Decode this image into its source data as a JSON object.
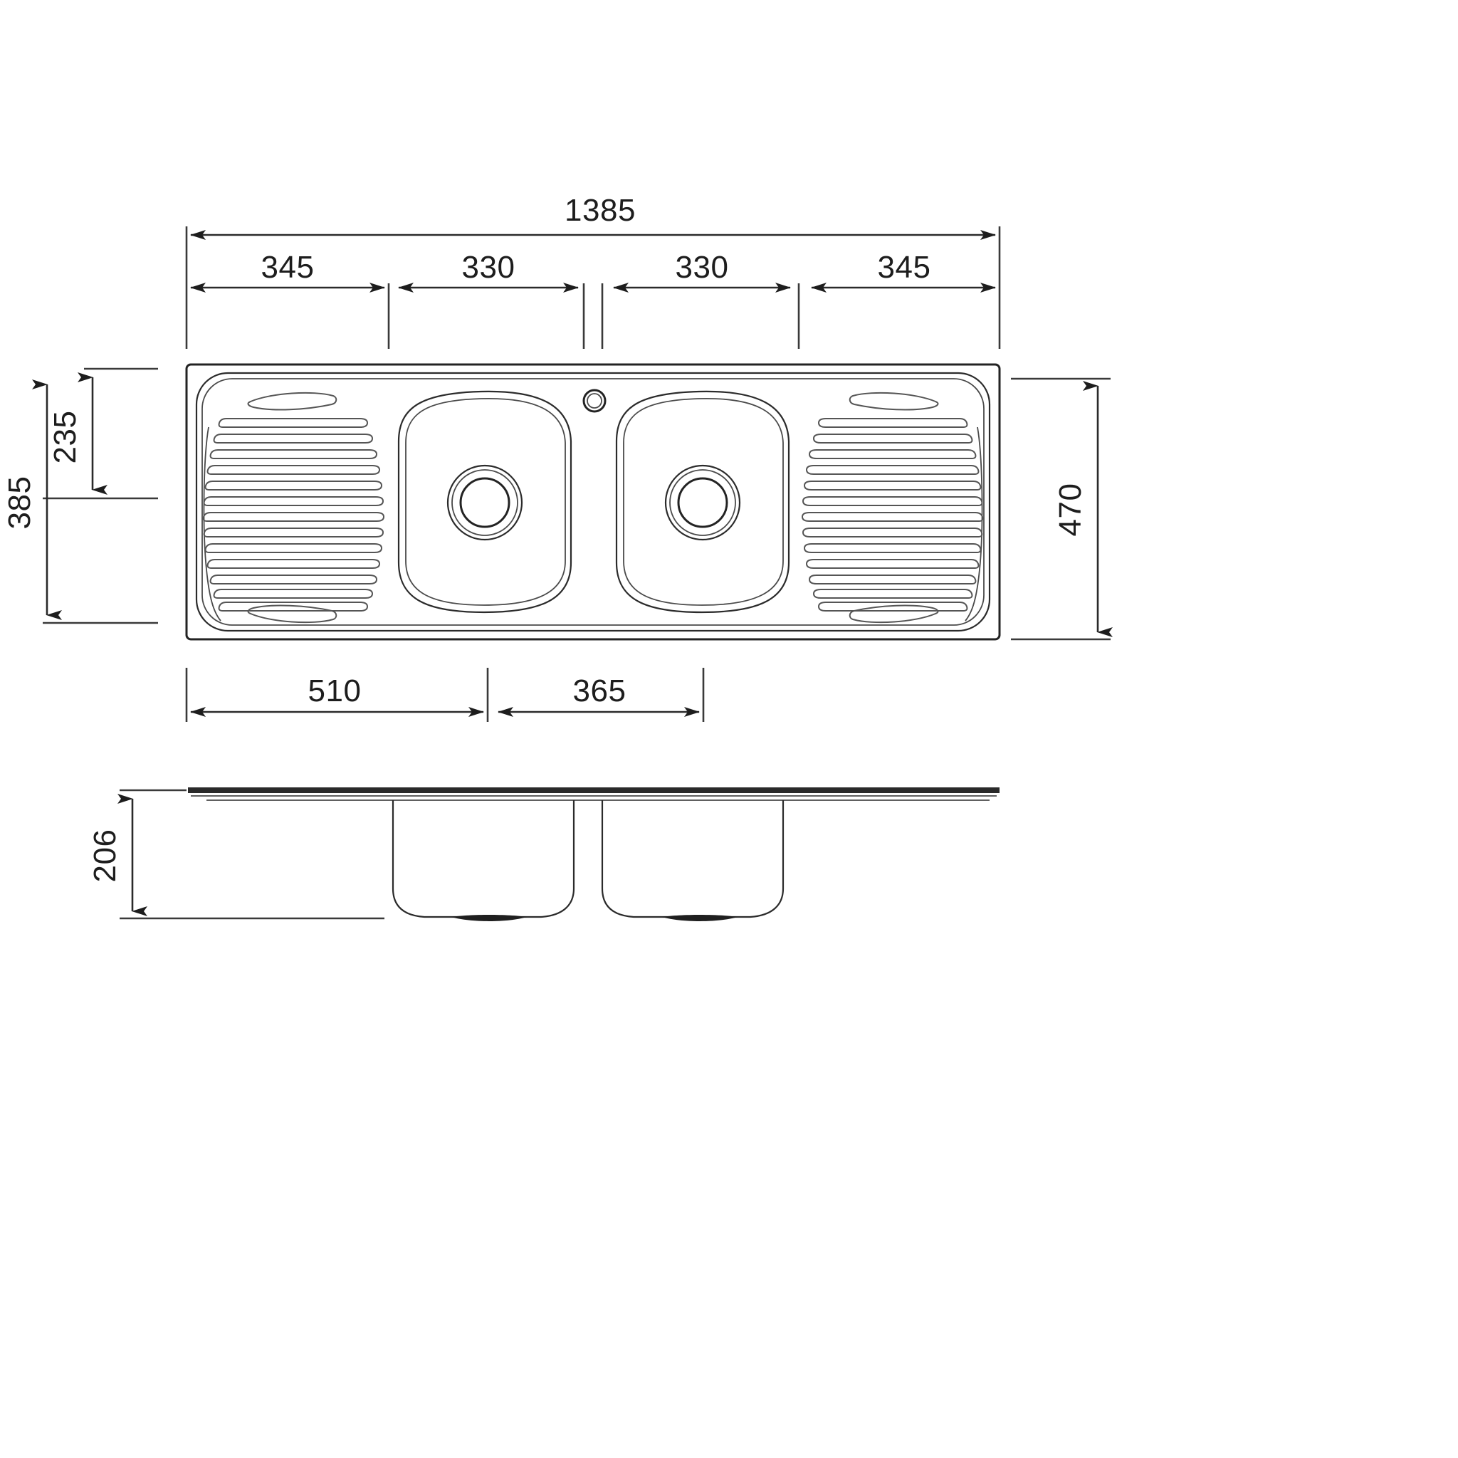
{
  "drawing": {
    "title": "Double bowl kitchen sink with double drainer — dimensioned technical drawing",
    "units": "mm",
    "line_color": "#232323",
    "background_color": "#ffffff"
  },
  "dimensions": {
    "overall_length": "1385",
    "left_drainer_width": "345",
    "left_bowl_width": "330",
    "right_bowl_width": "330",
    "right_drainer_width": "345",
    "overall_depth": "470",
    "inner_depth": "385",
    "drainer_depth": "235",
    "bowl_left_offset": "510",
    "bowl_span": "365",
    "bowl_height": "206"
  },
  "views": {
    "plan_label": "",
    "elevation_label": ""
  },
  "features": {
    "tap_hole": "tap-hole",
    "left_waste": "waste-outlet-left",
    "right_waste": "waste-outlet-right",
    "left_drainer": "drainer-left",
    "right_drainer": "drainer-right",
    "left_bowl": "bowl-left",
    "right_bowl": "bowl-right"
  }
}
